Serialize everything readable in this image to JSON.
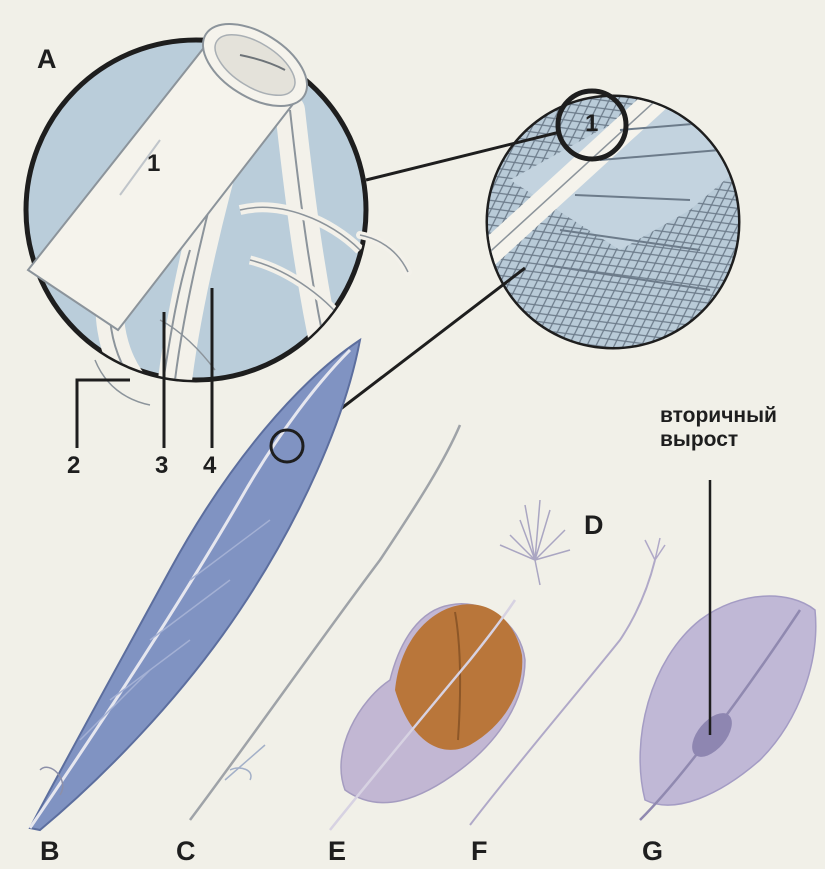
{
  "labels": {
    "A": "A",
    "B": "B",
    "C": "C",
    "D": "D",
    "E": "E",
    "F": "F",
    "G": "G"
  },
  "numbers": {
    "n1_large": "1",
    "n1_small": "1",
    "n2": "2",
    "n3": "3",
    "n4": "4"
  },
  "caption_g": "вторичный\nвырост",
  "colors": {
    "background": "#f1f0e8",
    "circle_fill": "#b9cbd8",
    "feather_blue": "#7d8fbf",
    "feather_brown": "#b9763a",
    "down_lilac": "#b7b0cf",
    "outline": "#1e1e1e"
  }
}
